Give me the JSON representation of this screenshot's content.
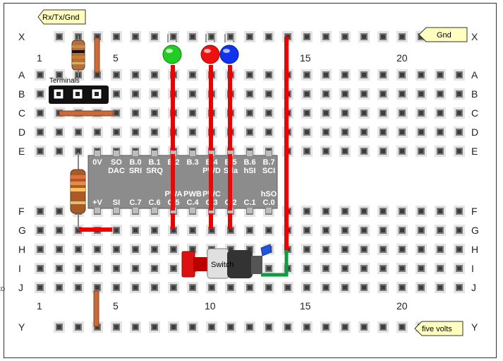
{
  "board": {
    "row_labels_top": [
      "X",
      "A",
      "B",
      "C",
      "D",
      "E"
    ],
    "row_labels_bottom": [
      "F",
      "G",
      "H",
      "I",
      "J",
      "Y"
    ],
    "column_numbers": [
      "1",
      "5",
      "10",
      "15",
      "20"
    ]
  },
  "tags": {
    "rxtxgnd": "Rx/Tx/Gnd",
    "gnd": "Gnd",
    "five_volts": "five volts"
  },
  "labels": {
    "terminals": "Terminals",
    "switch": "Switch",
    "edge_fragment": "to"
  },
  "chip": {
    "top_pins": [
      {
        "l1": "0V",
        "l2": ""
      },
      {
        "l1": "SO",
        "l2": "DAC"
      },
      {
        "l1": "B.0",
        "l2": "SRI"
      },
      {
        "l1": "B.1",
        "l2": "SRQ"
      },
      {
        "l1": "B.2",
        "l2": ""
      },
      {
        "l1": "B.3",
        "l2": ""
      },
      {
        "l1": "B.4",
        "l2": "PWD"
      },
      {
        "l1": "B.5",
        "l2": "Sda"
      },
      {
        "l1": "B.6",
        "l2": "hSI"
      },
      {
        "l1": "B.7",
        "l2": "SCI"
      }
    ],
    "bottom_pins": [
      {
        "l1": "",
        "l2": "+V"
      },
      {
        "l1": "",
        "l2": "SI"
      },
      {
        "l1": "",
        "l2": "C.7"
      },
      {
        "l1": "",
        "l2": "C.6"
      },
      {
        "l1": "PWA",
        "l2": "C.5"
      },
      {
        "l1": "PWB",
        "l2": "C.4"
      },
      {
        "l1": "PWC",
        "l2": "C.3"
      },
      {
        "l1": "",
        "l2": "C.2"
      },
      {
        "l1": "",
        "l2": "C.1"
      },
      {
        "l1": "hSO",
        "l2": "C.0"
      }
    ]
  },
  "colors": {
    "wire_red": "#ee0000",
    "wire_green": "#119944",
    "resistor_brown": "#c86a3a",
    "led_green": "#22cc22",
    "led_red": "#ee1111",
    "led_blue": "#1133ee",
    "chip": "#8c8c8c",
    "switch_red": "#dd1111",
    "tag_fill": "#ffffc0"
  }
}
